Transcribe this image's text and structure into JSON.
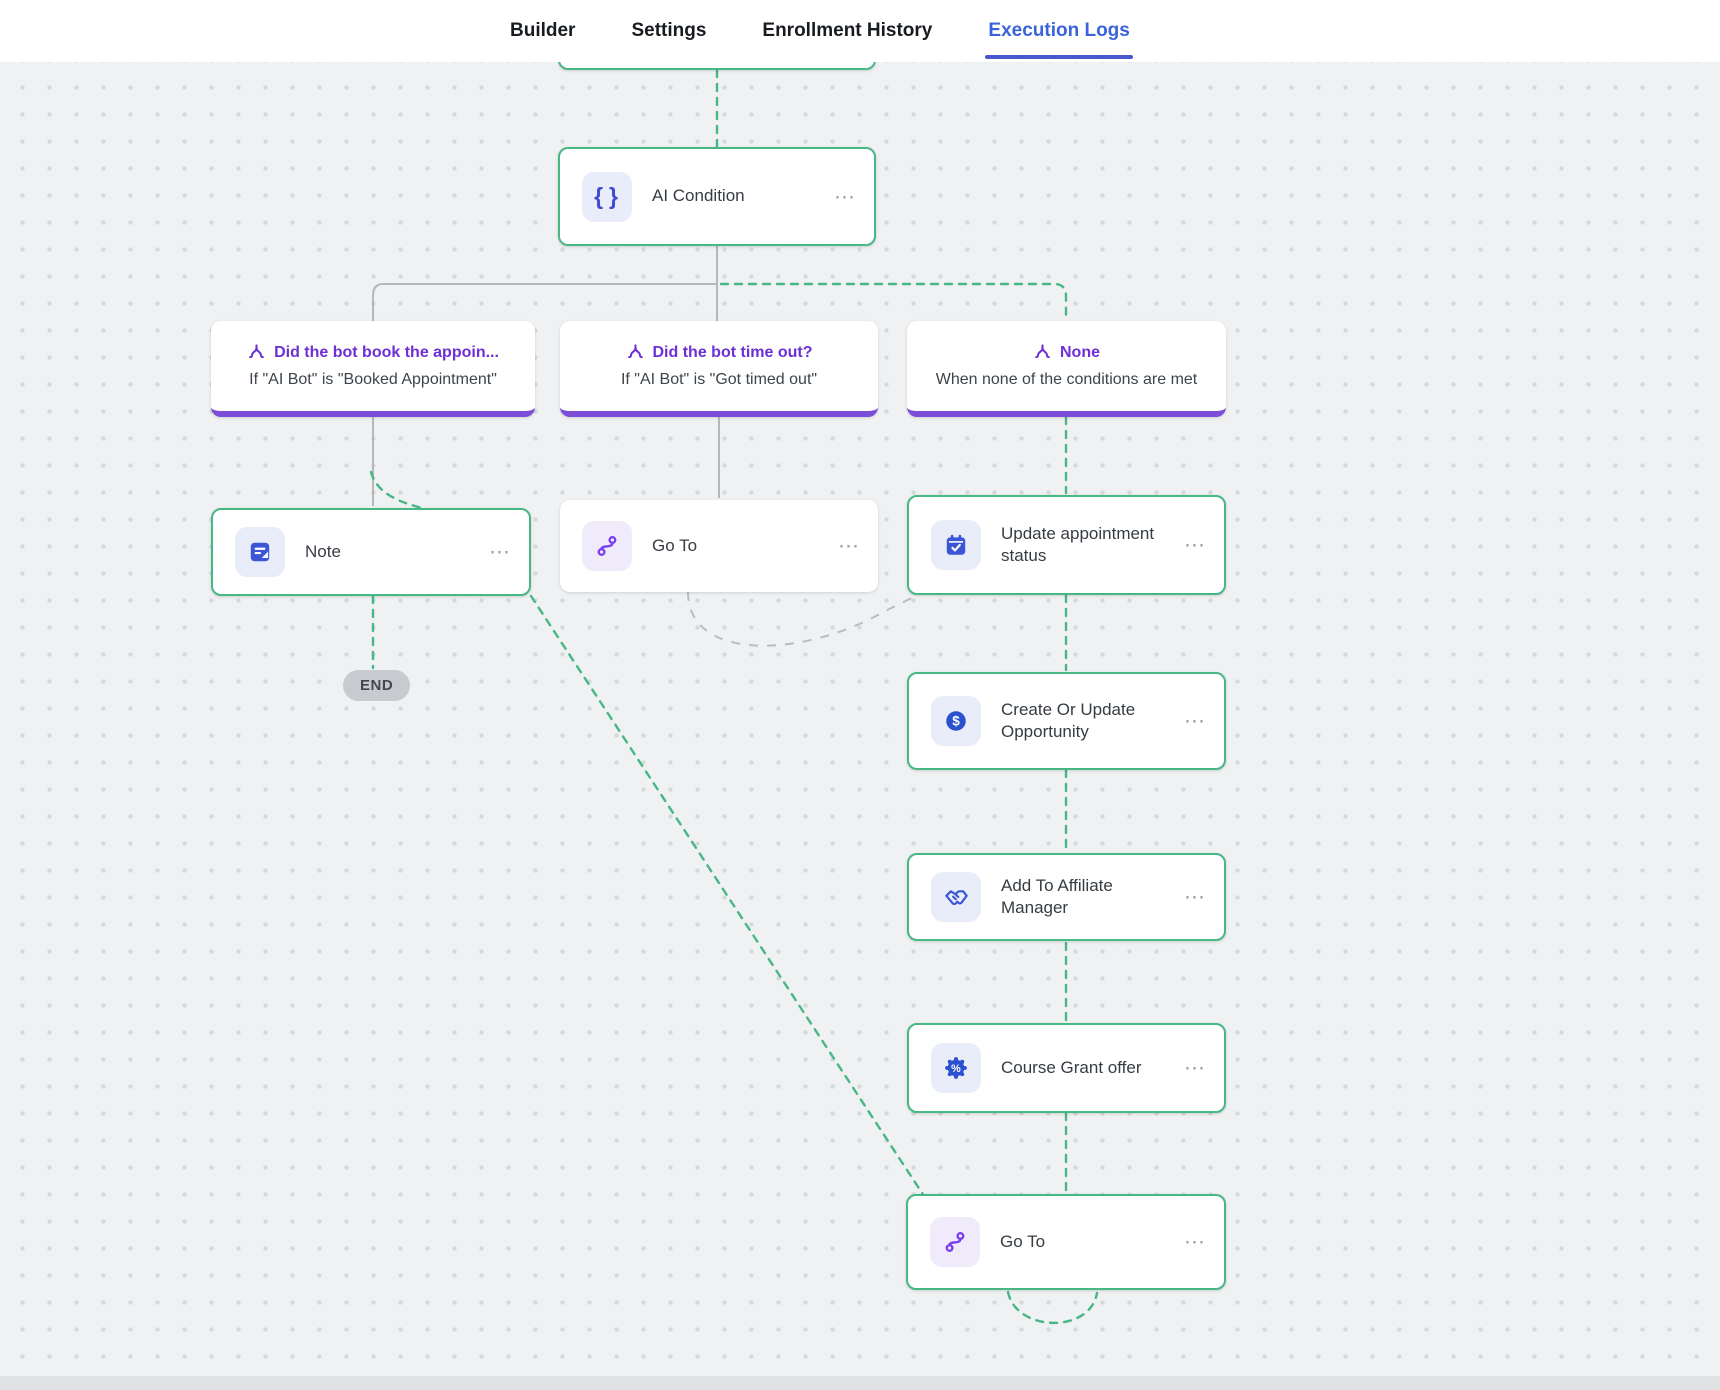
{
  "nav": {
    "tabs": [
      {
        "label": "Builder",
        "active": false
      },
      {
        "label": "Settings",
        "active": false
      },
      {
        "label": "Enrollment History",
        "active": false
      },
      {
        "label": "Execution Logs",
        "active": true
      }
    ]
  },
  "canvas": {
    "end_badge": "END",
    "menu_icon": "⋯",
    "branches": [
      {
        "title": "Did the bot book the appoin...",
        "subtitle": "If \"AI Bot\" is \"Booked Appointment\""
      },
      {
        "title": "Did the bot time out?",
        "subtitle": "If \"AI Bot\" is \"Got timed out\""
      },
      {
        "title": "None",
        "subtitle": "When none of the conditions are met"
      }
    ],
    "nodes": [
      {
        "label": "AI Condition",
        "icon": "braces-icon",
        "executed": true
      },
      {
        "label": "Note",
        "icon": "note-icon",
        "executed": true
      },
      {
        "label": "Go To",
        "icon": "route-icon",
        "executed": false
      },
      {
        "label": "Update appointment status",
        "icon": "calendar-check-icon",
        "executed": true
      },
      {
        "label": "Create Or Update Opportunity",
        "icon": "dollar-icon",
        "executed": true
      },
      {
        "label": "Add To Affiliate Manager",
        "icon": "handshake-icon",
        "executed": true
      },
      {
        "label": "Course Grant offer",
        "icon": "badge-percent-icon",
        "executed": true
      },
      {
        "label": "Go To",
        "icon": "route-icon",
        "executed": true
      }
    ],
    "connections": [
      {
        "from": "previous-step",
        "to": "AI Condition",
        "style": "dashed-green"
      },
      {
        "from": "AI Condition",
        "to": "Did the bot book the appoin...",
        "style": "solid-gray"
      },
      {
        "from": "AI Condition",
        "to": "Did the bot time out?",
        "style": "solid-gray"
      },
      {
        "from": "AI Condition",
        "to": "None",
        "style": "dashed-green"
      },
      {
        "from": "Did the bot book the appoin...",
        "to": "Note",
        "style": "solid-gray"
      },
      {
        "from": "Did the bot time out?",
        "to": "Go To",
        "style": "solid-gray"
      },
      {
        "from": "None",
        "to": "Update appointment status",
        "style": "dashed-green"
      },
      {
        "from": "Note",
        "to": "END",
        "style": "dashed-green"
      },
      {
        "from": "Note",
        "to": "Go To (bottom)",
        "style": "dashed-green"
      },
      {
        "from": "Go To",
        "to": "Update appointment status",
        "style": "dashed-gray"
      },
      {
        "from": "Update appointment status",
        "to": "Create Or Update Opportunity",
        "style": "dashed-green"
      },
      {
        "from": "Create Or Update Opportunity",
        "to": "Add To Affiliate Manager",
        "style": "dashed-green"
      },
      {
        "from": "Add To Affiliate Manager",
        "to": "Course Grant offer",
        "style": "dashed-green"
      },
      {
        "from": "Course Grant offer",
        "to": "Go To (bottom)",
        "style": "dashed-green"
      }
    ]
  },
  "colors": {
    "executed_green": "#47b784",
    "branch_purple": "#6d2fd6",
    "branch_bar_purple": "#7c4ed8",
    "active_tab_blue": "#3a63dc",
    "icon_blue": "#3b55d6",
    "icon_purple": "#7b3ff2",
    "wire_gray": "#b4b8bb",
    "canvas_bg": "#f0f1f2"
  }
}
